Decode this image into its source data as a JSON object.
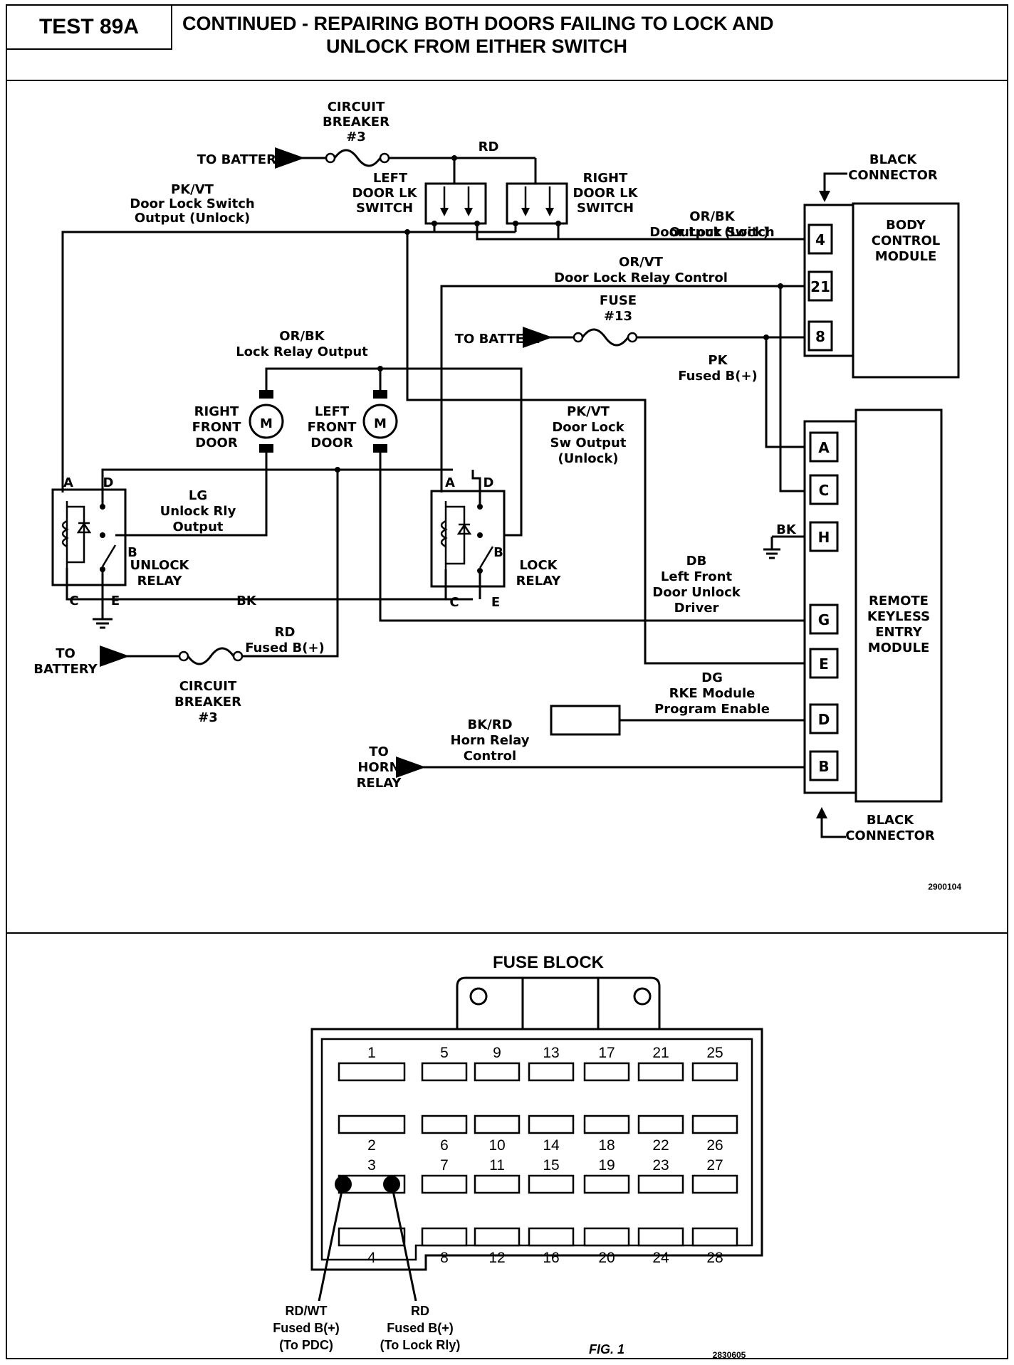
{
  "header": {
    "test_label": "TEST 89A",
    "title_line1": "CONTINUED -  REPAIRING BOTH DOORS FAILING TO LOCK AND",
    "title_line2": "UNLOCK FROM EITHER SWITCH"
  },
  "schematic": {
    "to_battery_top": "TO BATTERY",
    "cb_top": [
      "CIRCUIT",
      "BREAKER",
      "#3"
    ],
    "wire_rd_top": "RD",
    "left_switch": [
      "LEFT",
      "DOOR LK",
      "SWITCH"
    ],
    "right_switch": [
      "RIGHT",
      "DOOR LK",
      "SWITCH"
    ],
    "pkvt_unlock": [
      "PK/VT",
      "Door Lock Switch",
      "Output (Unlock)"
    ],
    "orbk_lock": [
      "OR/BK",
      "Door Lock Switch",
      "Output (Lock)"
    ],
    "orvt_relay": [
      "OR/VT",
      "Door Lock Relay Control"
    ],
    "fuse13": [
      "FUSE",
      "#13"
    ],
    "to_battery_mid": "TO BATTERY",
    "pk_fused": [
      "PK",
      "Fused B(+)"
    ],
    "orbk_lock_relay": [
      "OR/BK",
      "Lock Relay Output"
    ],
    "right_front_door": [
      "RIGHT",
      "FRONT",
      "DOOR"
    ],
    "left_front_door": [
      "LEFT",
      "FRONT",
      "DOOR"
    ],
    "motor_symbol": "M",
    "pkvt_sw": [
      "PK/VT",
      "Door Lock",
      "Sw Output",
      "(Unlock)"
    ],
    "lg_unlock": [
      "LG",
      "Unlock Rly",
      "Output"
    ],
    "unlock_relay": [
      "UNLOCK",
      "RELAY"
    ],
    "lock_relay": [
      "LOCK",
      "RELAY"
    ],
    "relay_pins": {
      "a": "A",
      "b": "B",
      "c": "C",
      "d": "D",
      "e": "E"
    },
    "bk_wire": "BK",
    "db_driver": [
      "DB",
      "Left Front",
      "Door Unlock",
      "Driver"
    ],
    "rd_fused": [
      "RD",
      "Fused B(+)"
    ],
    "to_battery_low": [
      "TO",
      "BATTERY"
    ],
    "cb_low": [
      "CIRCUIT",
      "BREAKER",
      "#3"
    ],
    "dg_rke": [
      "DG",
      "RKE Module",
      "Program Enable"
    ],
    "bkrd_horn": [
      "BK/RD",
      "Horn Relay",
      "Control"
    ],
    "to_horn": [
      "TO",
      "HORN",
      "RELAY"
    ],
    "black_connector_top": [
      "BLACK",
      "CONNECTOR"
    ],
    "black_connector_bottom": [
      "BLACK",
      "CONNECTOR"
    ],
    "bcm": [
      "BODY",
      "CONTROL",
      "MODULE"
    ],
    "bcm_pins": [
      "4",
      "21",
      "8"
    ],
    "rke": [
      "REMOTE",
      "KEYLESS",
      "ENTRY",
      "MODULE"
    ],
    "rke_pins": [
      "A",
      "C",
      "H",
      "G",
      "E",
      "D",
      "B"
    ],
    "bk_ground": "BK",
    "figure_id": "2900104"
  },
  "fuse_block": {
    "title": "FUSE BLOCK",
    "row1": [
      "1",
      "5",
      "9",
      "13",
      "17",
      "21",
      "25"
    ],
    "row2": [
      "2",
      "6",
      "10",
      "14",
      "18",
      "22",
      "26"
    ],
    "row3": [
      "3",
      "7",
      "11",
      "15",
      "19",
      "23",
      "27"
    ],
    "row4": [
      "4",
      "8",
      "12",
      "16",
      "20",
      "24",
      "28"
    ],
    "callout_left": [
      "RD/WT",
      "Fused B(+)",
      "(To PDC)"
    ],
    "callout_right": [
      "RD",
      "Fused B(+)",
      "(To Lock Rly)"
    ],
    "fig_label": "FIG. 1",
    "figure_id": "2830605"
  }
}
